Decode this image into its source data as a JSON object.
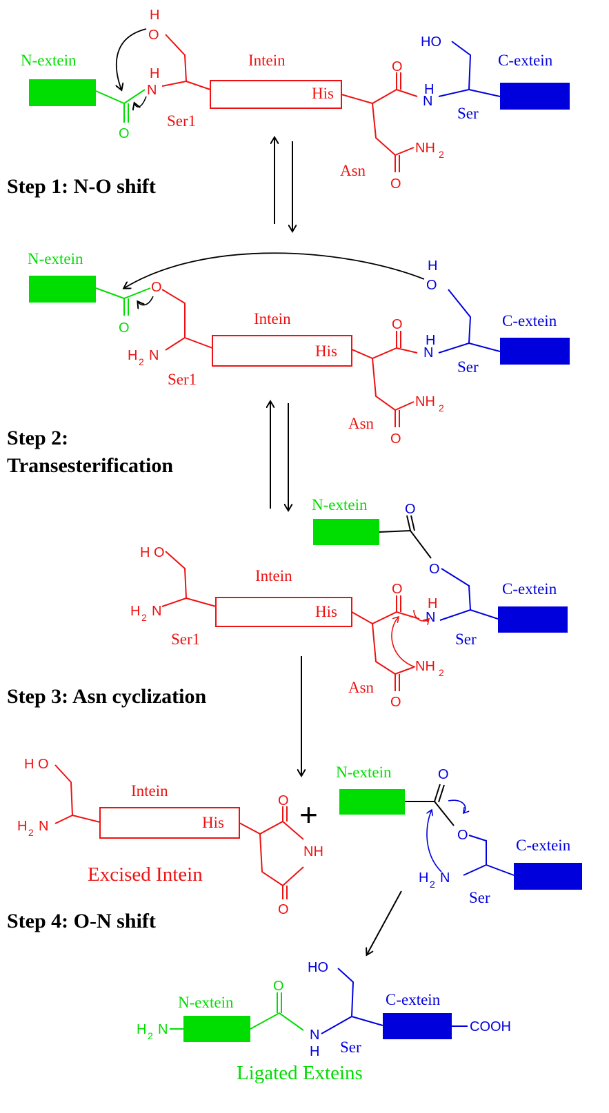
{
  "colors": {
    "n_extein": "#00dd00",
    "intein": "#ee1111",
    "c_extein": "#0000dd",
    "arrow": "#000000"
  },
  "labels": {
    "n_extein": "N-extein",
    "intein": "Intein",
    "c_extein": "C-extein",
    "his": "His",
    "ser1": "Ser1",
    "ser": "Ser",
    "asn": "Asn",
    "plus": "+",
    "excised_intein": "Excised Intein",
    "ligated_exteins": "Ligated Exteins"
  },
  "atoms": {
    "H": "H",
    "O": "O",
    "N": "N",
    "HO": "HO",
    "H_O": "H O",
    "NH": "NH",
    "NH2_main": "NH",
    "H2N_main": "H",
    "sub2": "2",
    "N_after": "N",
    "COOH": "COOH"
  },
  "steps": [
    {
      "label": "Step 1:",
      "text": "N-O shift"
    },
    {
      "label": "Step 2:",
      "text": "Transesterification"
    },
    {
      "label": "Step 3:",
      "text": "Asn cyclization"
    },
    {
      "label": "Step 4:",
      "text": "O-N shift"
    }
  ]
}
